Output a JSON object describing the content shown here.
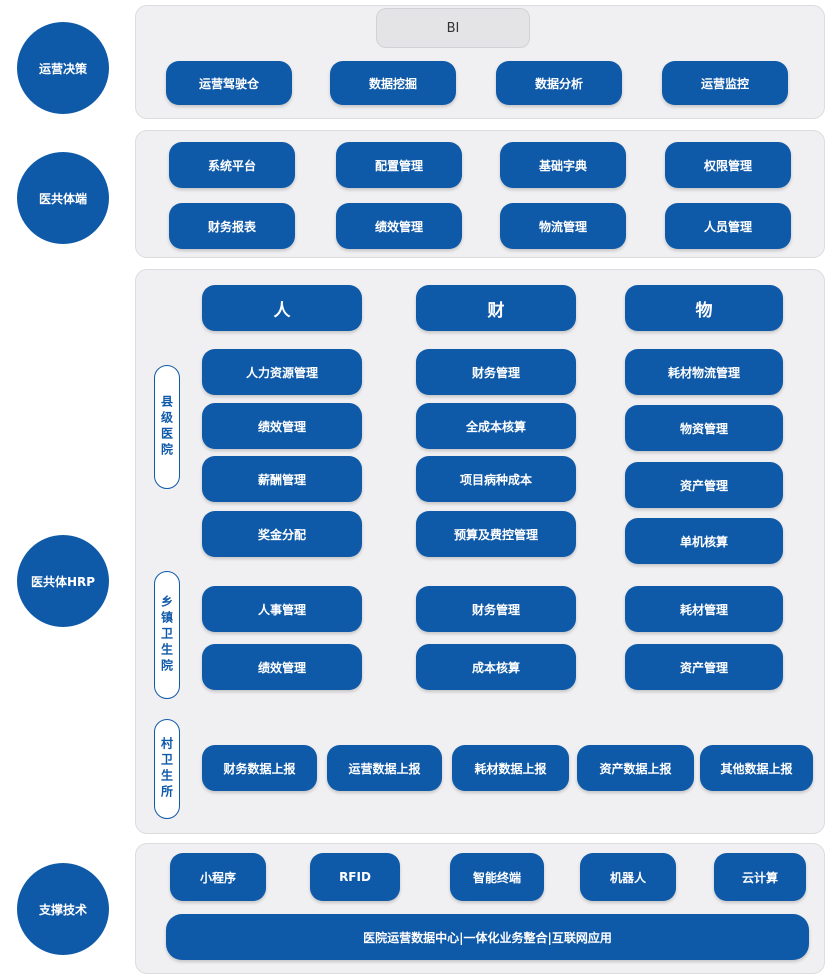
{
  "layers": {
    "operation": "运营决策",
    "system": "医共体端",
    "hrp": "医共体HRP",
    "support": "支撑技术"
  },
  "operation": {
    "bi": "BI",
    "items": [
      "运营驾驶仓",
      "数据挖掘",
      "数据分析",
      "运营监控"
    ]
  },
  "system": {
    "row1": [
      "系统平台",
      "配置管理",
      "基础字典",
      "权限管理"
    ],
    "row2": [
      "财务报表",
      "绩效管理",
      "物流管理",
      "人员管理"
    ]
  },
  "hrp": {
    "headers": [
      "人",
      "财",
      "物"
    ],
    "county_label": "县级医院",
    "county": {
      "people": [
        "人力资源管理",
        "绩效管理",
        "薪酬管理",
        "奖金分配"
      ],
      "finance": [
        "财务管理",
        "全成本核算",
        "项目病种成本",
        "预算及费控管理"
      ],
      "material": [
        "耗材物流管理",
        "物资管理",
        "资产管理",
        "单机核算"
      ]
    },
    "town_label": "乡镇卫生院",
    "town": {
      "people": [
        "人事管理",
        "绩效管理"
      ],
      "finance": [
        "财务管理",
        "成本核算"
      ],
      "material": [
        "耗材管理",
        "资产管理"
      ]
    },
    "village_label": "村卫生所",
    "village": [
      "财务数据上报",
      "运营数据上报",
      "耗材数据上报",
      "资产数据上报",
      "其他数据上报"
    ]
  },
  "support": {
    "items": [
      "小程序",
      "RFID",
      "智能终端",
      "机器人",
      "云计算"
    ],
    "bottom": "医院运营数据中心|一体化业务整合|互联网应用"
  },
  "colors": {
    "primary": "#0f5aa8",
    "panel": "#f0f0f2"
  }
}
